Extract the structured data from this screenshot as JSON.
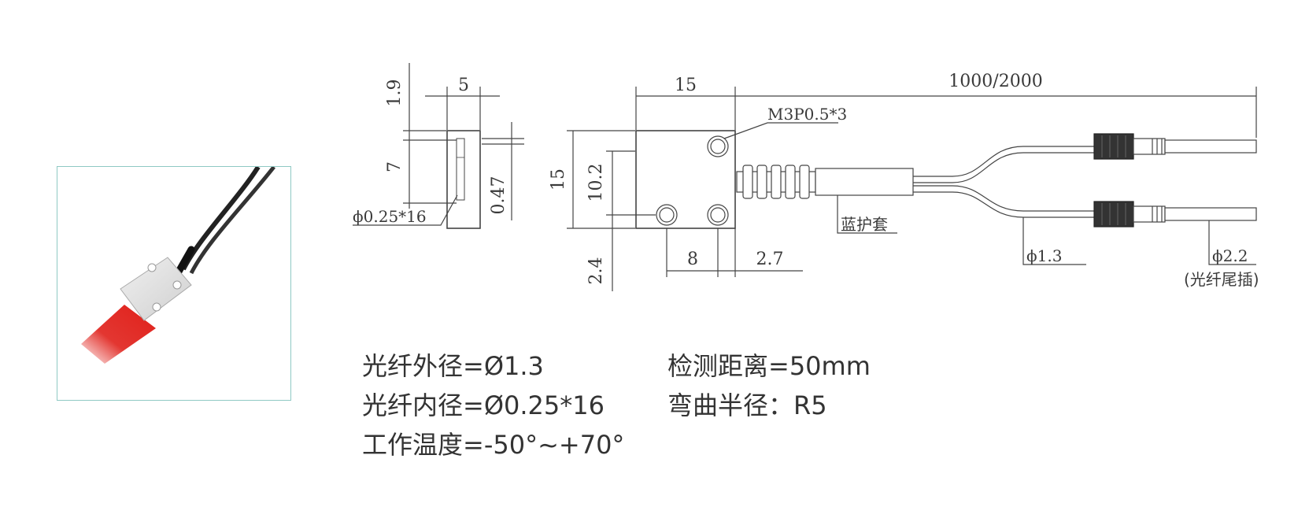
{
  "drawing": {
    "side_view": {
      "dim_width": "5",
      "dim_top": "1.9",
      "dim_height": "7",
      "dim_depth": "0.47",
      "dim_hole": "ϕ0.25*16"
    },
    "front_view": {
      "dim_width": "15",
      "dim_height": "15",
      "dim_hole_height": "10.2",
      "dim_bottom": "2.4",
      "dim_hole_pitch": "8",
      "dim_edge": "2.7",
      "dim_cable_length": "1000/2000",
      "label_thread": "M3P0.5*3",
      "label_sleeve": "蓝护套",
      "dim_fiber": "ϕ1.3",
      "dim_plug": "ϕ2.2",
      "label_plug": "(光纤尾插)"
    }
  },
  "specs": {
    "outer_diameter": "光纤外径=Ø1.3",
    "inner_diameter": "光纤内径=Ø0.25*16",
    "temperature": "工作温度=-50°~+70°",
    "distance": "检测距离=50mm",
    "bend_radius": "弯曲半径：R5"
  },
  "colors": {
    "line": "#444444",
    "photo_frame": "#8fc9c4",
    "beam_red": "#e0201a",
    "block_fill": "#d9d9d9"
  }
}
